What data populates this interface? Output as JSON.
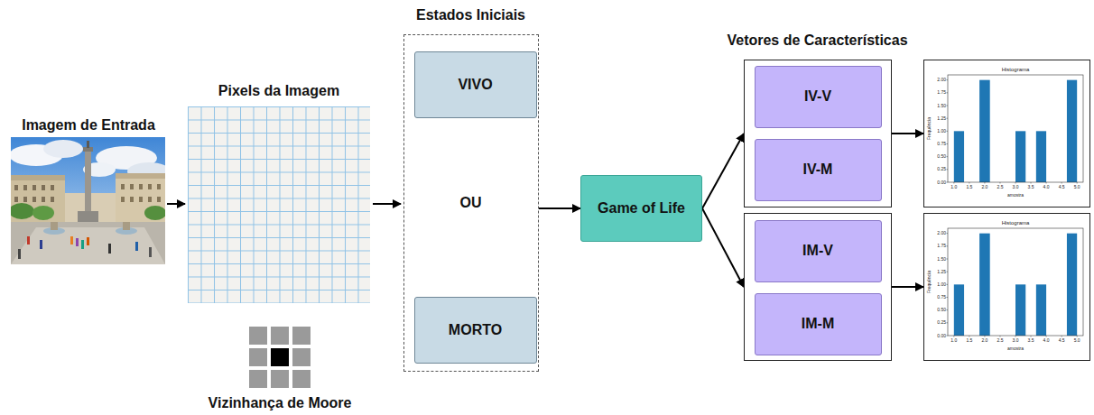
{
  "diagram": {
    "nodes": [
      {
        "text": [
          "Estados Iniciais",
          "OU"
        ]
      },
      {
        "text": [
          "VIVO"
        ],
        "in": 0
      },
      {
        "text": [
          "MORTO"
        ],
        "in": 0
      },
      {
        "text": [
          "Game of Life"
        ]
      },
      {
        "text": [
          "Vetores de Características"
        ]
      },
      {
        "text": [
          "IV-V"
        ],
        "in": 4
      },
      {
        "text": [
          "IV-M"
        ],
        "in": 4
      },
      {
        "text": [
          "Histograma",
          "Frequência",
          "amostra",
          "0.00",
          "0.25",
          "0.50",
          "0.75",
          "1.00",
          "1.25",
          "1.50",
          "1.75",
          "2.00",
          "1.0",
          "1.5",
          "2.0",
          "2.5",
          "3.0",
          "3.5",
          "4.0",
          "4.5",
          "5.0"
        ]
      },
      {
        "text": []
      },
      {
        "text": [
          "IM-V"
        ],
        "in": 8
      },
      {
        "text": [
          "IM-M"
        ],
        "in": 8
      },
      {
        "text": [
          "Histograma",
          "Frequência",
          "amostra",
          "0.00",
          "0.25",
          "0.50",
          "0.75",
          "1.00",
          "1.25",
          "1.50",
          "1.75",
          "2.00",
          "1.0",
          "1.5",
          "2.0",
          "2.5",
          "3.0",
          "3.5",
          "4.0",
          "4.5",
          "5.0"
        ]
      }
    ],
    "edges": [
      {
        "from": 0,
        "to": 3,
        "arrow": "to"
      },
      {
        "from": 3,
        "to": 4,
        "arrow": "to"
      },
      {
        "from": 3,
        "to": 8,
        "arrow": "to"
      },
      {
        "from": 4,
        "to": 7,
        "arrow": "to"
      },
      {
        "from": 8,
        "to": 11,
        "arrow": "to"
      }
    ],
    "labels": [
      "Imagem de Entrada",
      "Pixels da Imagem",
      "Vizinhança de Moore"
    ]
  }
}
